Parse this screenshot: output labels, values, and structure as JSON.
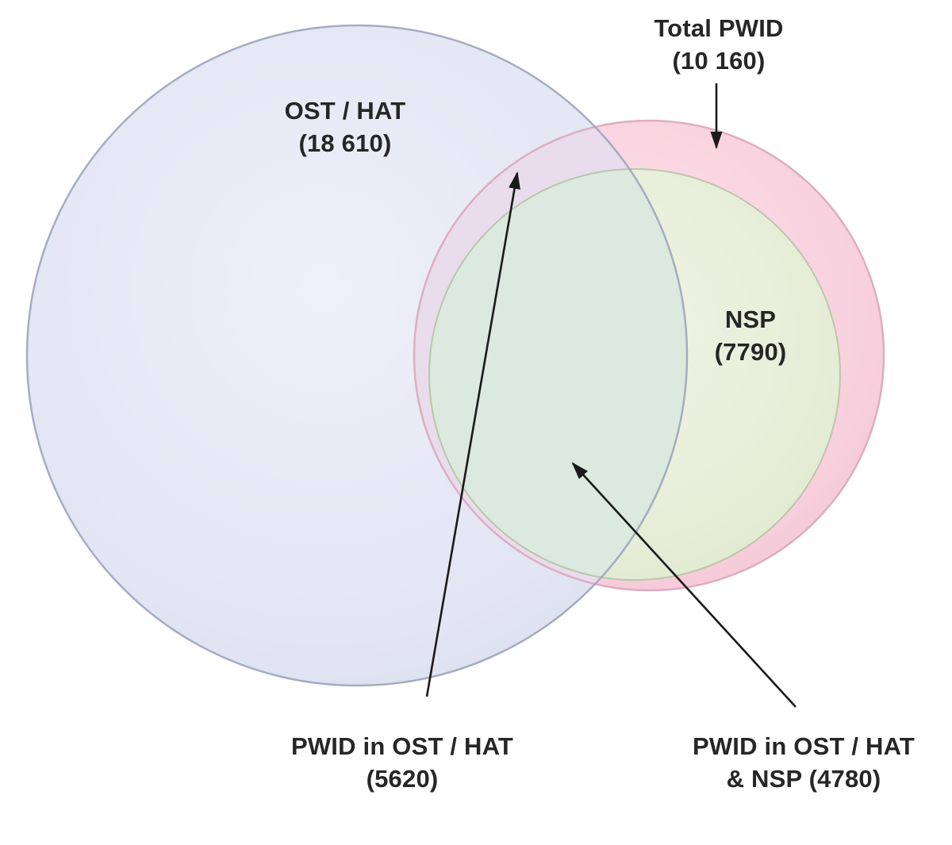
{
  "diagram": {
    "type": "venn",
    "labels": {
      "ost_hat": {
        "line1": "OST / HAT",
        "line2": "(18 610)"
      },
      "total_pwid": {
        "line1": "Total PWID",
        "line2": "(10 160)"
      },
      "nsp": {
        "line1": "NSP",
        "line2": "(7790)"
      },
      "pwid_ost_hat": {
        "line1": "PWID in OST / HAT",
        "line2": "(5620)"
      },
      "pwid_ost_hat_nsp": {
        "line1": "PWID in OST / HAT",
        "line2": "& NSP (4780)"
      }
    },
    "values": {
      "ost_hat": 18610,
      "total_pwid": 10160,
      "nsp": 7790,
      "pwid_in_ost_hat": 5620,
      "pwid_in_ost_hat_and_nsp": 4780
    },
    "colors": {
      "ost_hat_fill": "#e2e6f3",
      "total_pwid_fill": "#f8d0dd",
      "nsp_fill": "#e5edd7",
      "overlap_pwid_ost_hat": "#e9dcec",
      "overlap_pwid_ost_hat_nsp": "#dbe9de",
      "ost_hat_stroke": "#9aa2ba",
      "total_pwid_stroke": "#dca9bd",
      "nsp_stroke": "#b7c2a6",
      "arrow": "#1a1a1a",
      "text": "#262626"
    }
  }
}
